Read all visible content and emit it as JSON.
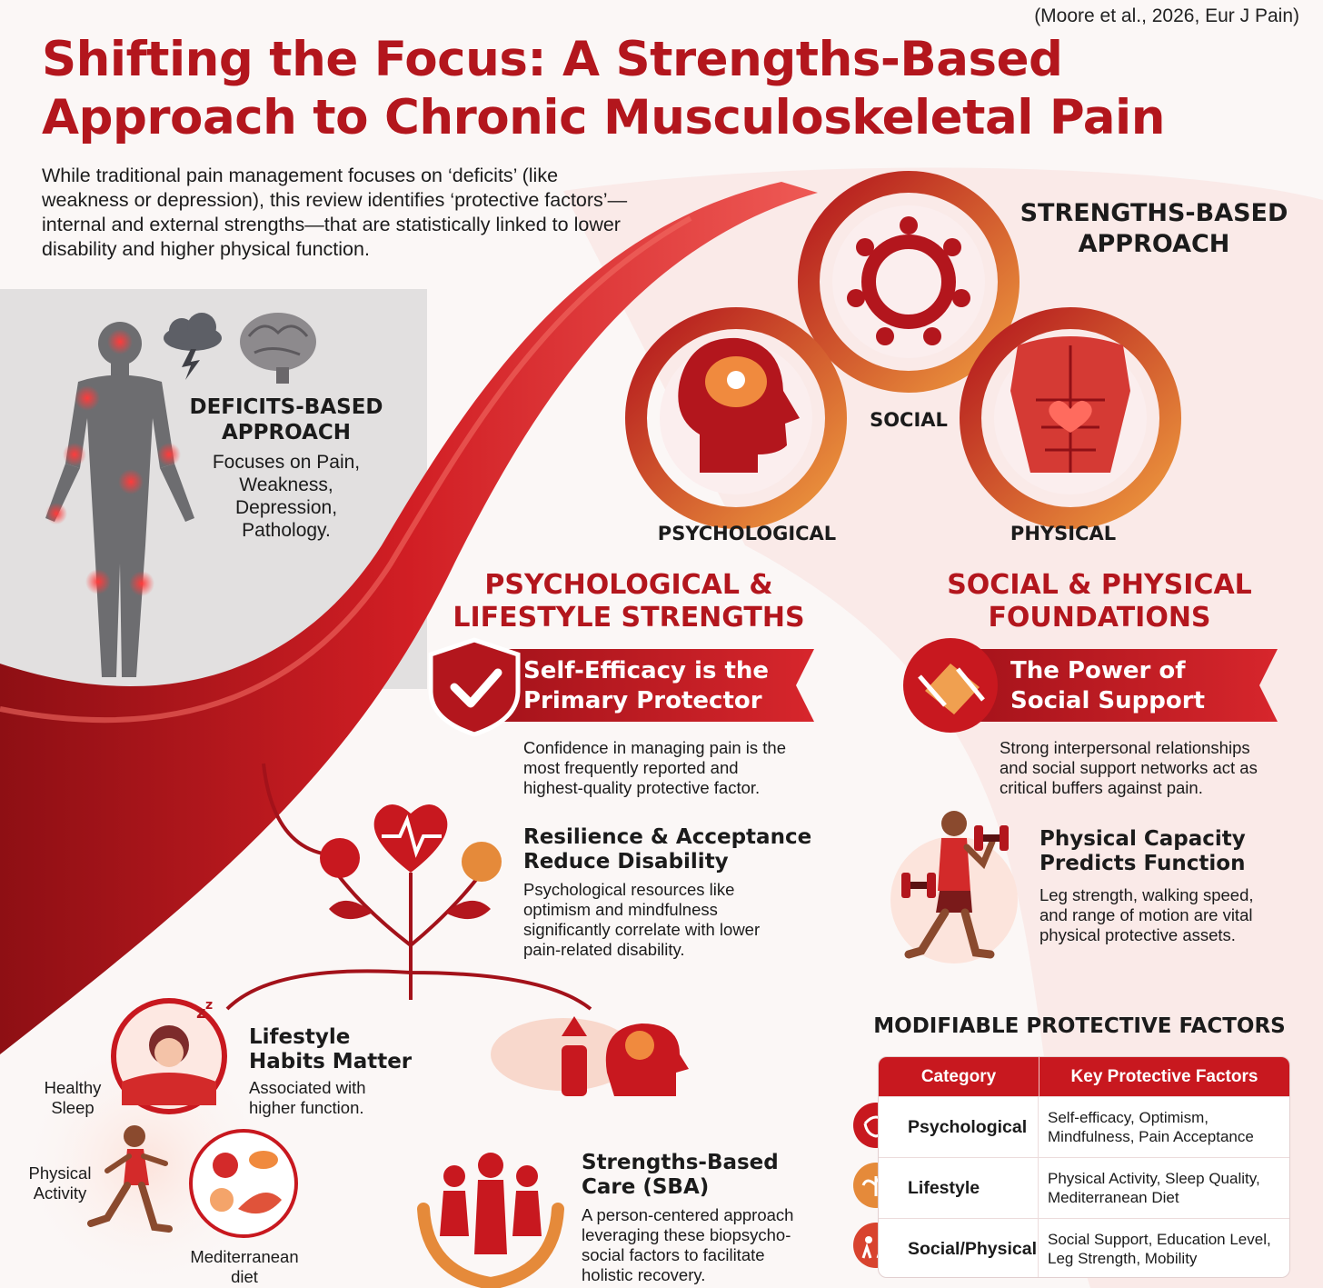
{
  "citation": "(Moore et al., 2026, Eur J Pain)",
  "title_line1": "Shifting the Focus: A Strengths-Based",
  "title_line2": "Approach to Chronic Musculoskeletal Pain",
  "intro": "While traditional pain management focuses on ‘deficits’ (like weakness or depression), this review identifies ‘protective factors’—internal and external strengths—that are statistically linked to lower disability and higher physical function.",
  "deficits": {
    "title_line1": "DEFICITS-BASED",
    "title_line2": "APPROACH",
    "desc_line1": "Focuses on Pain,",
    "desc_line2": "Weakness,",
    "desc_line3": "Depression,",
    "desc_line4": "Pathology."
  },
  "strengths_approach": {
    "title_line1": "STRENGTHS-BASED",
    "title_line2": "APPROACH",
    "labels": {
      "social": "SOCIAL",
      "psychological": "PSYCHOLOGICAL",
      "physical": "PHYSICAL"
    }
  },
  "psych_section": {
    "heading_line1": "PSYCHOLOGICAL &",
    "heading_line2": "LIFESTYLE STRENGTHS",
    "banner_line1": "Self-Efficacy is the",
    "banner_line2": "Primary Protector",
    "banner_desc_line1": "Confidence in managing pain is the",
    "banner_desc_line2": "most frequently reported and",
    "banner_desc_line3": "highest-quality protective factor.",
    "resilience_title_line1": "Resilience & Acceptance",
    "resilience_title_line2": "Reduce Disability",
    "resilience_desc_line1": "Psychological resources like",
    "resilience_desc_line2": "optimism and mindfulness",
    "resilience_desc_line3": "significantly correlate with lower",
    "resilience_desc_line4": "pain-related disability."
  },
  "social_section": {
    "heading_line1": "SOCIAL & PHYSICAL",
    "heading_line2": "FOUNDATIONS",
    "banner_line1": "The Power of",
    "banner_line2": "Social Support",
    "banner_desc_line1": "Strong interpersonal relationships",
    "banner_desc_line2": "and social support networks act as",
    "banner_desc_line3": "critical buffers against pain.",
    "capacity_title_line1": "Physical Capacity",
    "capacity_title_line2": "Predicts Function",
    "capacity_desc_line1": "Leg strength, walking speed,",
    "capacity_desc_line2": "and range of motion are vital",
    "capacity_desc_line3": "physical protective assets."
  },
  "lifestyle": {
    "title_line1": "Lifestyle",
    "title_line2": "Habits Matter",
    "desc_line1": "Associated with",
    "desc_line2": "higher function.",
    "sleep_line1": "Healthy",
    "sleep_line2": "Sleep",
    "activity_line1": "Physical",
    "activity_line2": "Activity",
    "diet_line1": "Mediterranean",
    "diet_line2": "diet"
  },
  "sba_care": {
    "title_line1": "Strengths-Based",
    "title_line2": "Care (SBA)",
    "desc_line1": "A person-centered approach",
    "desc_line2": "leveraging these biopsycho-",
    "desc_line3": "social factors to facilitate",
    "desc_line4": "holistic recovery."
  },
  "table": {
    "title": "MODIFIABLE PROTECTIVE FACTORS",
    "headers": [
      "Category",
      "Key Protective Factors"
    ],
    "rows": [
      {
        "category": "Psychological",
        "factors_line1": "Self-efficacy, Optimism,",
        "factors_line2": "Mindfulness, Pain Acceptance",
        "icon": "brain-icon"
      },
      {
        "category": "Lifestyle",
        "factors_line1": "Physical Activity, Sleep Quality,",
        "factors_line2": "Mediterranean Diet",
        "icon": "sprout-icon"
      },
      {
        "category": "Social/Physical",
        "factors_line1": "Social Support, Education Level,",
        "factors_line2": "Leg Strength, Mobility",
        "icon": "people-icon"
      }
    ]
  },
  "colors": {
    "primary_red": "#b3161d",
    "accent_orange": "#e58a3a",
    "dark_text": "#1b1b1b"
  }
}
